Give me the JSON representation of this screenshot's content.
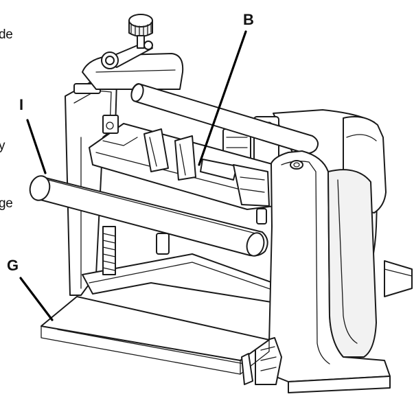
{
  "text_fragments": {
    "frag1": "de",
    "frag2": "y",
    "frag3": "ge"
  },
  "callouts": {
    "b": "B",
    "i": "I",
    "g": "G"
  }
}
